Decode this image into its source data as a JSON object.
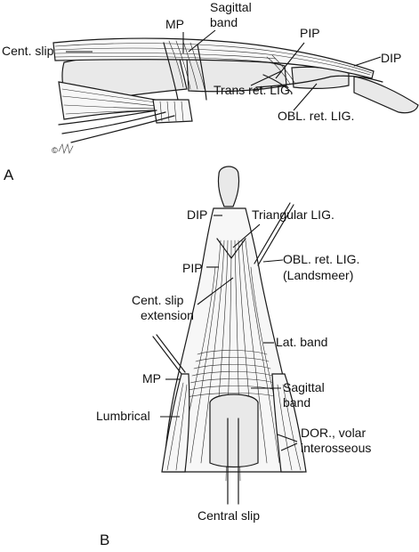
{
  "panel_a": {
    "letter": "A",
    "labels": {
      "cent_slip": "Cent. slip",
      "mp": "MP",
      "sagittal_band": [
        "Sagittal",
        "band"
      ],
      "pip": "PIP",
      "dip": "DIP",
      "trans_ret_lig": "Trans ret. LIG.",
      "obl_ret_lig": "OBL. ret. LIG."
    },
    "signature": "©"
  },
  "panel_b": {
    "letter": "B",
    "labels": {
      "dip": "DIP",
      "triangular_lig": "Triangular LIG.",
      "pip": "PIP",
      "obl_ret_lig": [
        "OBL. ret. LIG.",
        "(Landsmeer)"
      ],
      "cent_slip_extension": [
        "Cent. slip",
        "extension"
      ],
      "lat_band": "Lat. band",
      "mp": "MP",
      "sagittal_band": [
        "Sagittal",
        "band"
      ],
      "lumbrical": "Lumbrical",
      "dor_volar_interosseous": [
        "DOR., volar",
        "interosseous"
      ],
      "central_slip": "Central slip"
    }
  }
}
